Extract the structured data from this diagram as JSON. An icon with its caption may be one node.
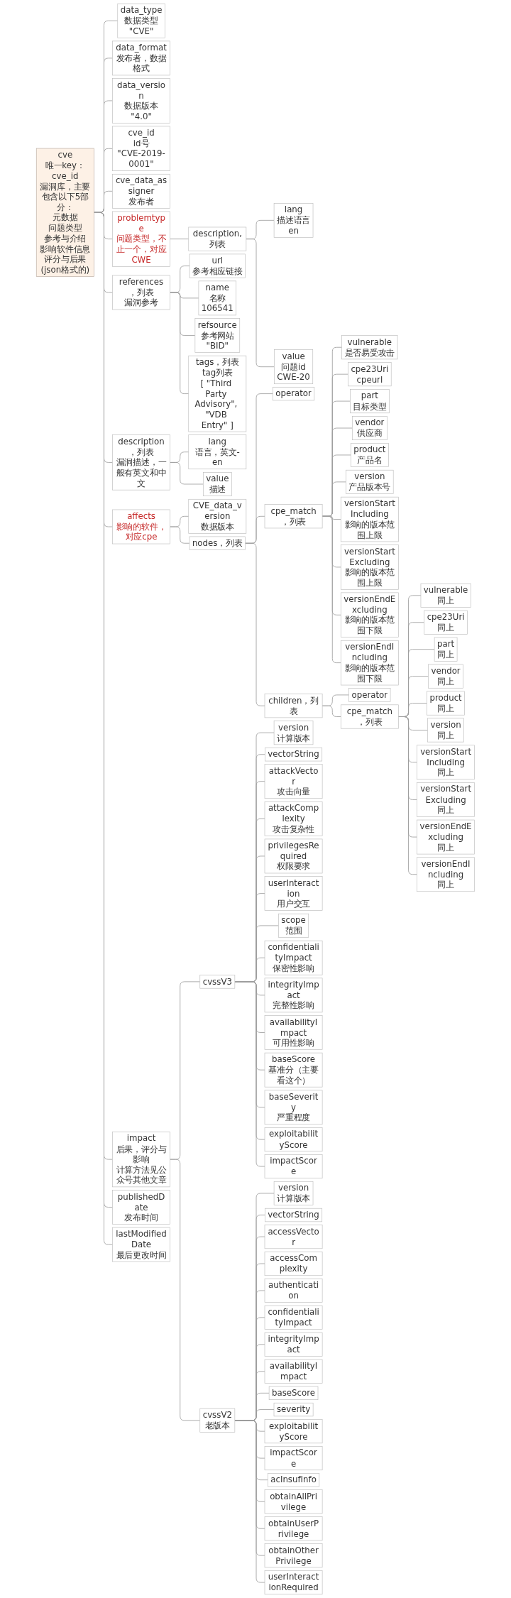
{
  "diagram": {
    "nodes": [
      {
        "text": [
          "cve",
          "唯一key：cve_id",
          "漏洞库，主要包含以下5部分：",
          "元数据",
          "问题类型",
          "参考与介绍",
          "影响软件信息",
          "评分与后果",
          "(json格式的)"
        ]
      },
      {
        "text": [
          "data_type",
          "数据类型",
          "\"CVE\""
        ]
      },
      {
        "text": [
          "data_format",
          "发布者，数据格式"
        ]
      },
      {
        "text": [
          "data_version",
          "数据版本",
          "\"4.0\""
        ]
      },
      {
        "text": [
          "cve_id",
          "id号",
          "\"CVE-2019-0001\""
        ]
      },
      {
        "text": [
          "cve_data_assigner",
          "发布者"
        ]
      },
      {
        "text": [
          "problemtype",
          "问题类型，不止一个，对应CWE"
        ]
      },
      {
        "text": [
          "description,列表"
        ]
      },
      {
        "text": [
          "lang",
          "描述语言",
          "en"
        ]
      },
      {
        "text": [
          "value",
          "问题id",
          "CWE-20"
        ]
      },
      {
        "text": [
          "references，列表",
          "漏洞参考"
        ]
      },
      {
        "text": [
          "url",
          "参考相应链接"
        ]
      },
      {
        "text": [
          "name",
          "名称",
          "106541"
        ]
      },
      {
        "text": [
          "refsource",
          "参考网站",
          "\"BID\""
        ]
      },
      {
        "text": [
          "tags，列表",
          "tag列表",
          "[ \"Third Party Advisory\", \"VDB Entry\" ]"
        ]
      },
      {
        "text": [
          "description，列表",
          "漏洞描述，一般有英文和中文"
        ]
      },
      {
        "text": [
          "lang",
          "语言，英文-en"
        ]
      },
      {
        "text": [
          "value",
          "描述"
        ]
      },
      {
        "text": [
          "affects",
          "影响的软件，对应cpe"
        ]
      },
      {
        "text": [
          "CVE_data_version",
          "数据版本"
        ]
      },
      {
        "text": [
          "nodes，列表"
        ]
      },
      {
        "text": [
          "operator"
        ]
      },
      {
        "text": [
          "cpe_match，列表"
        ]
      },
      {
        "text": [
          "vulnerable",
          "是否易受攻击"
        ]
      },
      {
        "text": [
          "cpe23Uri",
          "cpeurl"
        ]
      },
      {
        "text": [
          "part",
          "目标类型"
        ]
      },
      {
        "text": [
          "vendor",
          "供应商"
        ]
      },
      {
        "text": [
          "product",
          "产品名"
        ]
      },
      {
        "text": [
          "version",
          "产品版本号"
        ]
      },
      {
        "text": [
          "versionStartIncluding",
          "影响的版本范围上限"
        ]
      },
      {
        "text": [
          "versionStartExcluding",
          "影响的版本范围上限"
        ]
      },
      {
        "text": [
          "versionEndExcluding",
          "影响的版本范围下限"
        ]
      },
      {
        "text": [
          "versionEndIncluding",
          "影响的版本范围下限"
        ]
      },
      {
        "text": [
          "children，列表"
        ]
      },
      {
        "text": [
          "operator"
        ]
      },
      {
        "text": [
          "cpe_match，列表"
        ]
      },
      {
        "text": [
          "vulnerable",
          "同上"
        ]
      },
      {
        "text": [
          "cpe23Uri",
          "同上"
        ]
      },
      {
        "text": [
          "part",
          "同上"
        ]
      },
      {
        "text": [
          "vendor",
          "同上"
        ]
      },
      {
        "text": [
          "product",
          "同上"
        ]
      },
      {
        "text": [
          "version",
          "同上"
        ]
      },
      {
        "text": [
          "versionStartIncluding",
          "同上"
        ]
      },
      {
        "text": [
          "versionStartExcluding",
          "同上"
        ]
      },
      {
        "text": [
          "versionEndExcluding",
          "同上"
        ]
      },
      {
        "text": [
          "versionEndIncluding",
          "同上"
        ]
      },
      {
        "text": [
          "impact",
          "后果，评分与影响",
          "计算方法见公众号其他文章"
        ]
      },
      {
        "text": [
          "cvssV3"
        ]
      },
      {
        "text": [
          "version",
          "计算版本"
        ]
      },
      {
        "text": [
          "vectorString"
        ]
      },
      {
        "text": [
          "attackVector",
          "攻击向量"
        ]
      },
      {
        "text": [
          "attackComplexity",
          "攻击复杂性"
        ]
      },
      {
        "text": [
          "privilegesRequired",
          "权限要求"
        ]
      },
      {
        "text": [
          "userInteraction",
          "用户交互"
        ]
      },
      {
        "text": [
          "scope",
          "范围"
        ]
      },
      {
        "text": [
          "confidentialityImpact",
          "保密性影响"
        ]
      },
      {
        "text": [
          "integrityImpact",
          "完整性影响"
        ]
      },
      {
        "text": [
          "availabilityImpact",
          "可用性影响"
        ]
      },
      {
        "text": [
          "baseScore",
          "基准分（主要看这个）"
        ]
      },
      {
        "text": [
          "baseSeverity",
          "严重程度"
        ]
      },
      {
        "text": [
          "exploitabilityScore"
        ]
      },
      {
        "text": [
          "impactScore"
        ]
      },
      {
        "text": [
          "cvssV2",
          "老版本"
        ]
      },
      {
        "text": [
          "version",
          "计算版本"
        ]
      },
      {
        "text": [
          "vectorString"
        ]
      },
      {
        "text": [
          "accessVector"
        ]
      },
      {
        "text": [
          "accessComplexity"
        ]
      },
      {
        "text": [
          "authentication"
        ]
      },
      {
        "text": [
          "confidentialityImpact"
        ]
      },
      {
        "text": [
          "integrityImpact"
        ]
      },
      {
        "text": [
          "availabilityImpact"
        ]
      },
      {
        "text": [
          "baseScore"
        ]
      },
      {
        "text": [
          "severity"
        ]
      },
      {
        "text": [
          "exploitabilityScore"
        ]
      },
      {
        "text": [
          "impactScore"
        ]
      },
      {
        "text": [
          "acInsufInfo"
        ]
      },
      {
        "text": [
          "obtainAllPrivilege"
        ]
      },
      {
        "text": [
          "obtainUserPrivilege"
        ]
      },
      {
        "text": [
          "obtainOtherPrivilege"
        ]
      },
      {
        "text": [
          "userInteractionRequired"
        ]
      },
      {
        "text": [
          "publishedDate",
          "发布时间"
        ]
      },
      {
        "text": [
          "lastModifiedDate",
          "最后更改时间"
        ]
      }
    ],
    "edges": [
      {
        "from": 0,
        "to": 1,
        "arrow": "none"
      },
      {
        "from": 0,
        "to": 2,
        "arrow": "none"
      },
      {
        "from": 0,
        "to": 3,
        "arrow": "none"
      },
      {
        "from": 0,
        "to": 4,
        "arrow": "none"
      },
      {
        "from": 0,
        "to": 5,
        "arrow": "none"
      },
      {
        "from": 0,
        "to": 6,
        "arrow": "none"
      },
      {
        "from": 6,
        "to": 7,
        "arrow": "none"
      },
      {
        "from": 7,
        "to": 8,
        "arrow": "none"
      },
      {
        "from": 7,
        "to": 9,
        "arrow": "none"
      },
      {
        "from": 0,
        "to": 10,
        "arrow": "none"
      },
      {
        "from": 10,
        "to": 11,
        "arrow": "none"
      },
      {
        "from": 10,
        "to": 12,
        "arrow": "none"
      },
      {
        "from": 10,
        "to": 13,
        "arrow": "none"
      },
      {
        "from": 10,
        "to": 14,
        "arrow": "none"
      },
      {
        "from": 0,
        "to": 15,
        "arrow": "none"
      },
      {
        "from": 15,
        "to": 16,
        "arrow": "none"
      },
      {
        "from": 15,
        "to": 17,
        "arrow": "none"
      },
      {
        "from": 0,
        "to": 18,
        "arrow": "none"
      },
      {
        "from": 18,
        "to": 19,
        "arrow": "none"
      },
      {
        "from": 18,
        "to": 20,
        "arrow": "none"
      },
      {
        "from": 20,
        "to": 21,
        "arrow": "none"
      },
      {
        "from": 20,
        "to": 22,
        "arrow": "none"
      },
      {
        "from": 22,
        "to": 23,
        "arrow": "none"
      },
      {
        "from": 22,
        "to": 24,
        "arrow": "none"
      },
      {
        "from": 22,
        "to": 25,
        "arrow": "none"
      },
      {
        "from": 22,
        "to": 26,
        "arrow": "none"
      },
      {
        "from": 22,
        "to": 27,
        "arrow": "none"
      },
      {
        "from": 22,
        "to": 28,
        "arrow": "none"
      },
      {
        "from": 22,
        "to": 29,
        "arrow": "none"
      },
      {
        "from": 22,
        "to": 30,
        "arrow": "none"
      },
      {
        "from": 22,
        "to": 31,
        "arrow": "none"
      },
      {
        "from": 22,
        "to": 32,
        "arrow": "none"
      },
      {
        "from": 20,
        "to": 33,
        "arrow": "none"
      },
      {
        "from": 33,
        "to": 34,
        "arrow": "none"
      },
      {
        "from": 33,
        "to": 35,
        "arrow": "none"
      },
      {
        "from": 35,
        "to": 36,
        "arrow": "none"
      },
      {
        "from": 35,
        "to": 37,
        "arrow": "none"
      },
      {
        "from": 35,
        "to": 38,
        "arrow": "none"
      },
      {
        "from": 35,
        "to": 39,
        "arrow": "none"
      },
      {
        "from": 35,
        "to": 40,
        "arrow": "none"
      },
      {
        "from": 35,
        "to": 41,
        "arrow": "none"
      },
      {
        "from": 35,
        "to": 42,
        "arrow": "none"
      },
      {
        "from": 35,
        "to": 43,
        "arrow": "none"
      },
      {
        "from": 35,
        "to": 44,
        "arrow": "none"
      },
      {
        "from": 35,
        "to": 45,
        "arrow": "none"
      },
      {
        "from": 0,
        "to": 46,
        "arrow": "none"
      },
      {
        "from": 46,
        "to": 47,
        "arrow": "none"
      },
      {
        "from": 47,
        "to": 48,
        "arrow": "none"
      },
      {
        "from": 47,
        "to": 49,
        "arrow": "none"
      },
      {
        "from": 47,
        "to": 50,
        "arrow": "none"
      },
      {
        "from": 47,
        "to": 51,
        "arrow": "none"
      },
      {
        "from": 47,
        "to": 52,
        "arrow": "none"
      },
      {
        "from": 47,
        "to": 53,
        "arrow": "none"
      },
      {
        "from": 47,
        "to": 54,
        "arrow": "none"
      },
      {
        "from": 47,
        "to": 55,
        "arrow": "none"
      },
      {
        "from": 47,
        "to": 56,
        "arrow": "none"
      },
      {
        "from": 47,
        "to": 57,
        "arrow": "none"
      },
      {
        "from": 47,
        "to": 58,
        "arrow": "none"
      },
      {
        "from": 47,
        "to": 59,
        "arrow": "none"
      },
      {
        "from": 47,
        "to": 60,
        "arrow": "none"
      },
      {
        "from": 47,
        "to": 61,
        "arrow": "none"
      },
      {
        "from": 46,
        "to": 62,
        "arrow": "none"
      },
      {
        "from": 62,
        "to": 63,
        "arrow": "none"
      },
      {
        "from": 62,
        "to": 64,
        "arrow": "none"
      },
      {
        "from": 62,
        "to": 65,
        "arrow": "none"
      },
      {
        "from": 62,
        "to": 66,
        "arrow": "none"
      },
      {
        "from": 62,
        "to": 67,
        "arrow": "none"
      },
      {
        "from": 62,
        "to": 68,
        "arrow": "none"
      },
      {
        "from": 62,
        "to": 69,
        "arrow": "none"
      },
      {
        "from": 62,
        "to": 70,
        "arrow": "none"
      },
      {
        "from": 62,
        "to": 71,
        "arrow": "none"
      },
      {
        "from": 62,
        "to": 72,
        "arrow": "none"
      },
      {
        "from": 62,
        "to": 73,
        "arrow": "none"
      },
      {
        "from": 62,
        "to": 74,
        "arrow": "none"
      },
      {
        "from": 62,
        "to": 75,
        "arrow": "none"
      },
      {
        "from": 62,
        "to": 76,
        "arrow": "none"
      },
      {
        "from": 62,
        "to": 77,
        "arrow": "none"
      },
      {
        "from": 62,
        "to": 78,
        "arrow": "none"
      },
      {
        "from": 62,
        "to": 79,
        "arrow": "none"
      },
      {
        "from": 0,
        "to": 80,
        "arrow": "none"
      },
      {
        "from": 0,
        "to": 81,
        "arrow": "none"
      }
    ]
  }
}
